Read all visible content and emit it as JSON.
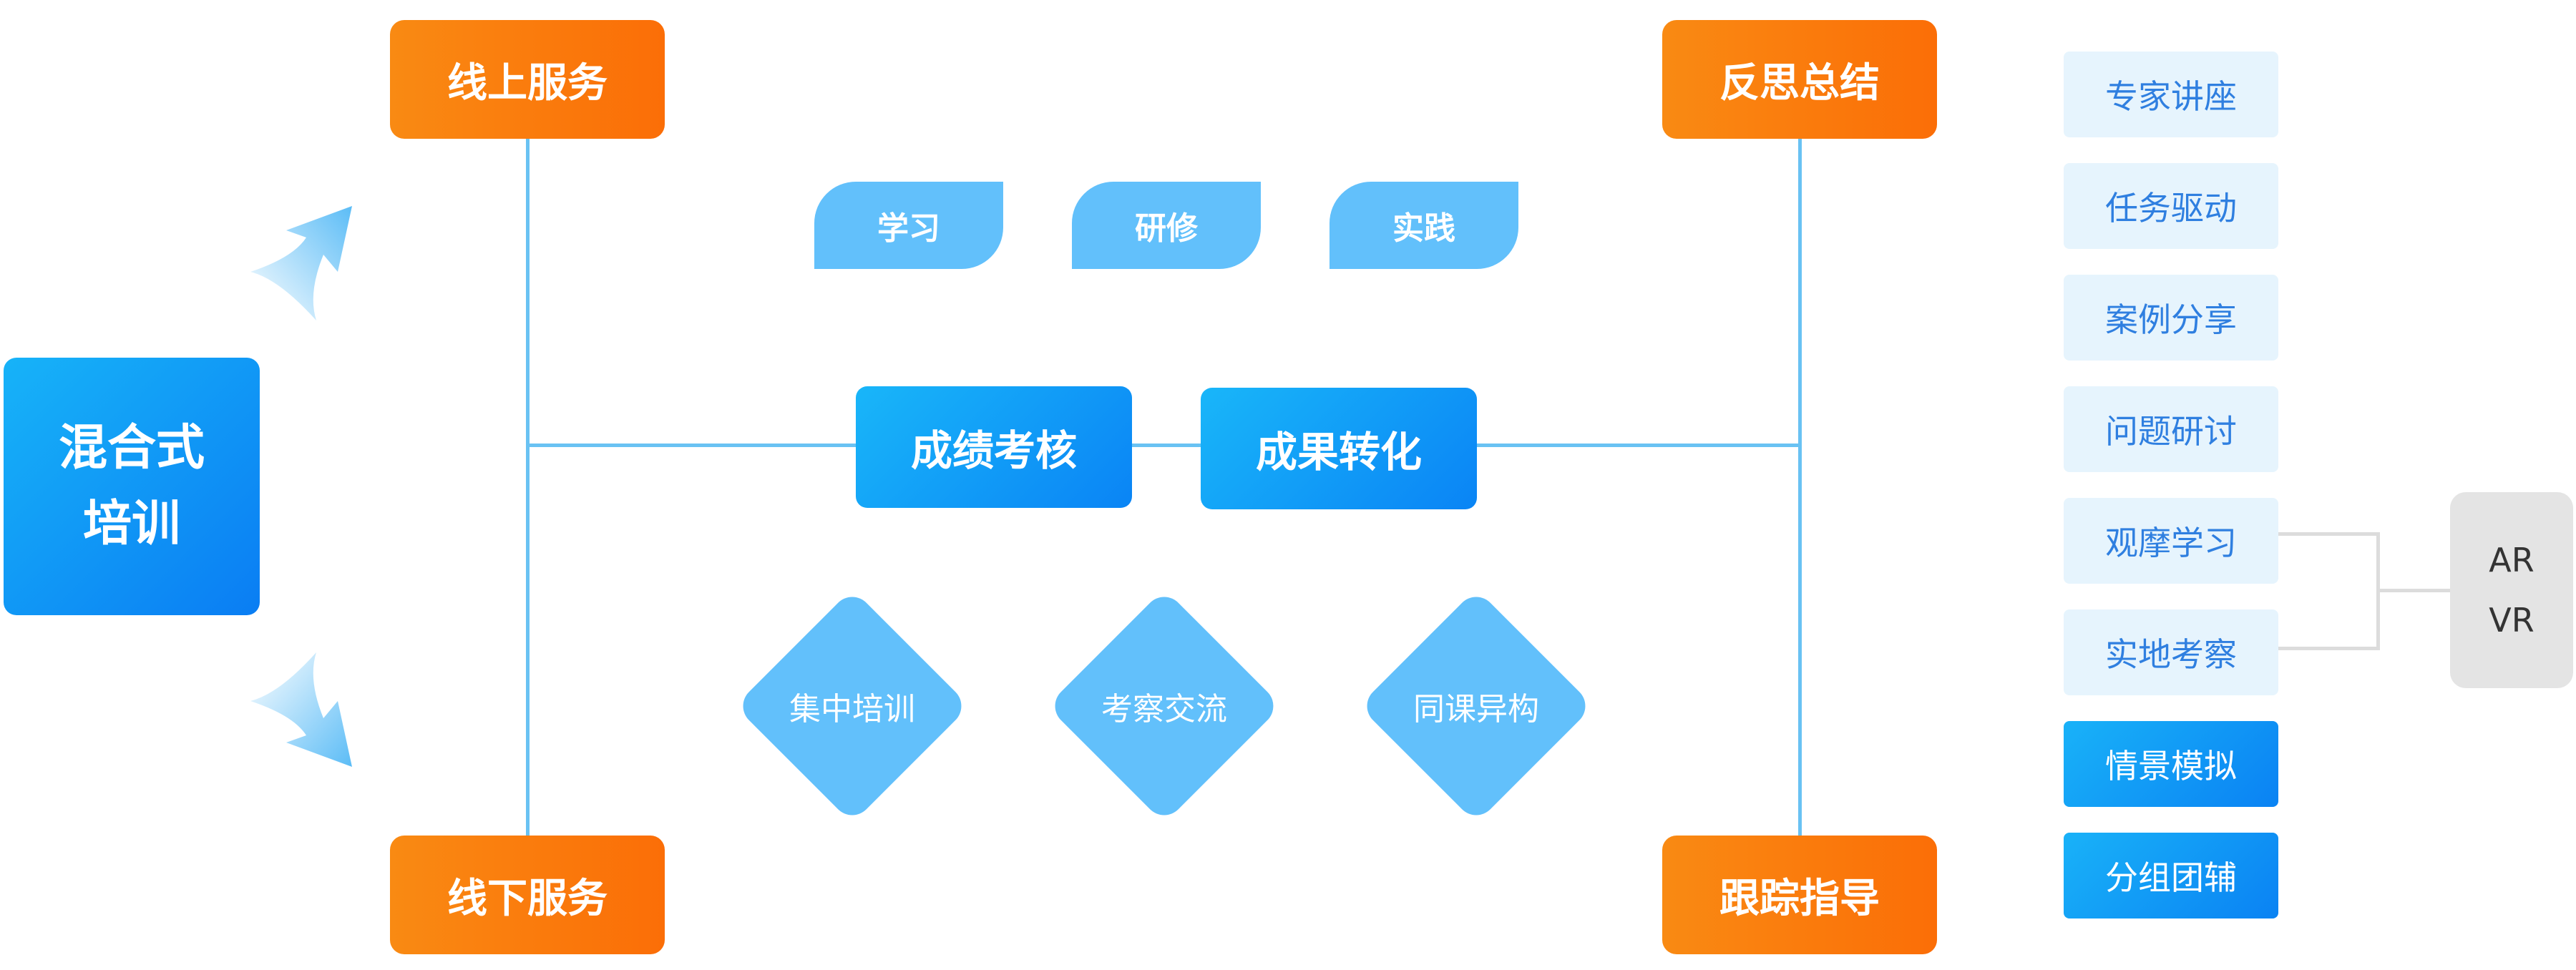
{
  "main": {
    "line1": "混合式",
    "line2": "培训"
  },
  "online_service": "线上服务",
  "offline_service": "线下服务",
  "reflection_summary": "反思总结",
  "tracking_guidance": "跟踪指导",
  "leaf_tabs": [
    "学习",
    "研修",
    "实践"
  ],
  "results": {
    "assessment": "成绩考核",
    "transformation": "成果转化"
  },
  "diamonds": [
    "集中培训",
    "考察交流",
    "同课异构"
  ],
  "methods": [
    {
      "label": "专家讲座",
      "style": "light"
    },
    {
      "label": "任务驱动",
      "style": "light"
    },
    {
      "label": "案例分享",
      "style": "light"
    },
    {
      "label": "问题研讨",
      "style": "light"
    },
    {
      "label": "观摩学习",
      "style": "light"
    },
    {
      "label": "实地考察",
      "style": "light"
    },
    {
      "label": "情景模拟",
      "style": "dark"
    },
    {
      "label": "分组团辅",
      "style": "dark"
    }
  ],
  "tech": {
    "line1": "AR",
    "line2": "VR"
  },
  "colors": {
    "primary_blue": "#0a7df3",
    "light_blue": "#62c0fb",
    "orange": "#fb6e07",
    "line_blue": "#69c2f3",
    "pale_blue_bg": "#e6f4fd",
    "gray": "#e4e4e4"
  }
}
